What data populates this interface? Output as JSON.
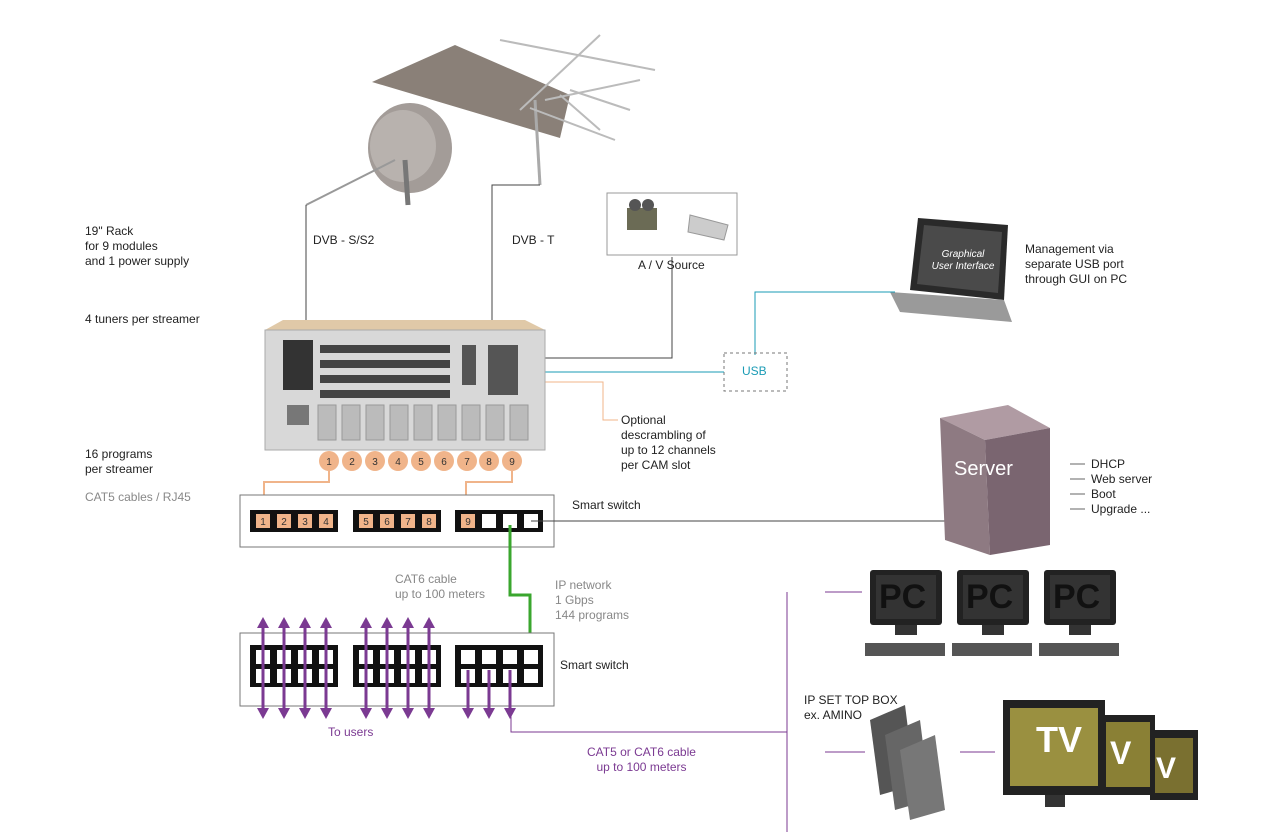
{
  "labels": {
    "rack": "19\" Rack\nfor 9 modules\nand 1 power supply",
    "tuners": "4 tuners per streamer",
    "programs": "16 programs\nper streamer",
    "cat5_rj45": "CAT5 cables / RJ45",
    "dvb_s": "DVB - S/S2",
    "dvb_t": "DVB - T",
    "av_source": "A / V Source",
    "management": "Management via\nseparate USB port\nthrough GUI on PC",
    "laptop_screen": "Graphical\nUser Interface",
    "usb": "USB",
    "optional": "Optional\ndescrambling of\nup to 12 channels\nper CAM slot",
    "smart_switch_1": "Smart switch",
    "smart_switch_2": "Smart switch",
    "server": "Server",
    "server_services": [
      "DHCP",
      "Web server",
      "Boot",
      "Upgrade ..."
    ],
    "cat6": "CAT6 cable\nup to 100 meters",
    "ip_network": "IP  network\n1 Gbps\n144 programs",
    "to_users": "To users",
    "stb": "IP SET TOP BOX\nex. AMINO",
    "cat5_or_cat6": "CAT5 or CAT6 cable\nup to 100 meters",
    "pc": "PC",
    "tv": "TV",
    "tv_v": "V"
  },
  "module_numbers": [
    "1",
    "2",
    "3",
    "4",
    "5",
    "6",
    "7",
    "8",
    "9"
  ],
  "switch1_ports": [
    "1",
    "2",
    "3",
    "4",
    "5",
    "6",
    "7",
    "8",
    "9"
  ],
  "colors": {
    "orange": "#f0b48a",
    "purple": "#7b3a92",
    "green": "#3aa62e",
    "teal": "#1a9bb5",
    "dark_line": "#444444"
  }
}
